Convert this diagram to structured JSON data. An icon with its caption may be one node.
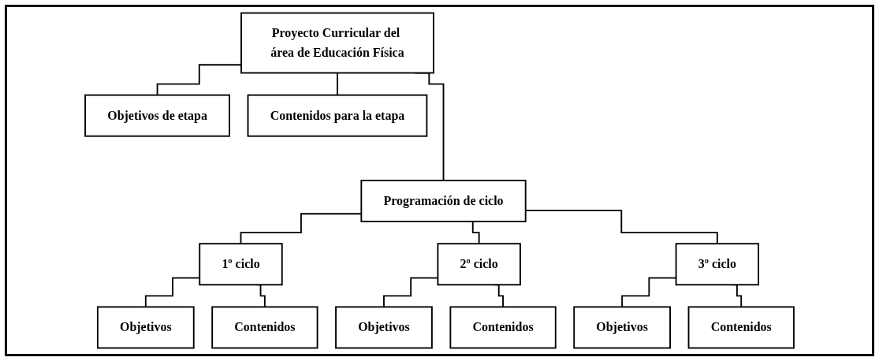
{
  "diagram": {
    "nodes": [
      {
        "text": [
          "Proyecto Curricular del área de Educación Física"
        ]
      },
      {
        "text": [
          "Objetivos de etapa"
        ]
      },
      {
        "text": [
          "Contenidos para la etapa"
        ]
      },
      {
        "text": [
          "Programación de ciclo"
        ]
      },
      {
        "text": [
          "1º ciclo"
        ]
      },
      {
        "text": [
          "2º ciclo"
        ]
      },
      {
        "text": [
          "3º ciclo"
        ]
      },
      {
        "text": [
          "Objetivos"
        ]
      },
      {
        "text": [
          "Contenidos"
        ]
      },
      {
        "text": [
          "Objetivos"
        ]
      },
      {
        "text": [
          "Contenidos"
        ]
      },
      {
        "text": [
          "Objetivos"
        ]
      },
      {
        "text": [
          "Contenidos"
        ]
      }
    ],
    "edges": [
      {
        "from": 0,
        "to": 1,
        "arrow": "none"
      },
      {
        "from": 0,
        "to": 2,
        "arrow": "none"
      },
      {
        "from": 0,
        "to": 3,
        "arrow": "none"
      },
      {
        "from": 3,
        "to": 4,
        "arrow": "none"
      },
      {
        "from": 3,
        "to": 5,
        "arrow": "none"
      },
      {
        "from": 3,
        "to": 6,
        "arrow": "none"
      },
      {
        "from": 4,
        "to": 7,
        "arrow": "none"
      },
      {
        "from": 4,
        "to": 8,
        "arrow": "none"
      },
      {
        "from": 5,
        "to": 9,
        "arrow": "none"
      },
      {
        "from": 5,
        "to": 10,
        "arrow": "none"
      },
      {
        "from": 6,
        "to": 11,
        "arrow": "none"
      },
      {
        "from": 6,
        "to": 12,
        "arrow": "none"
      }
    ]
  }
}
